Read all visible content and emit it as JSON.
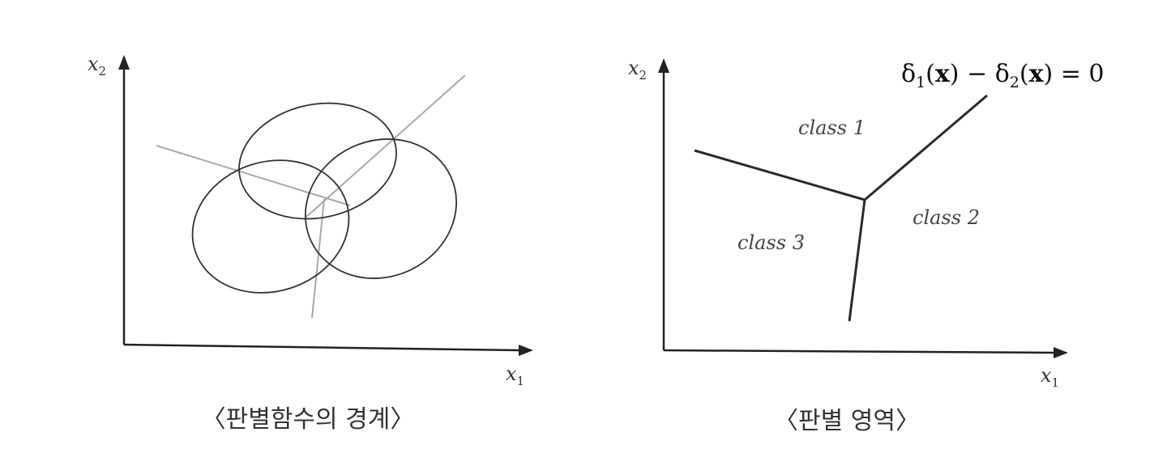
{
  "left_panel": {
    "x_axis_label": "x",
    "x_axis_sub": "1",
    "y_axis_label": "x",
    "y_axis_sub": "2",
    "caption": "〈판별함수의 경계〉"
  },
  "right_panel": {
    "x_axis_label": "x",
    "x_axis_sub": "1",
    "y_axis_label": "x",
    "y_axis_sub": "2",
    "regions": [
      "class 1",
      "class 2",
      "class 3"
    ],
    "caption": "〈판별 영역〉",
    "formula": {
      "delta": "δ",
      "sub1": "1",
      "sub2": "2",
      "x": "x",
      "open": "(",
      "close": ")",
      "minus": " − ",
      "equals": " = 0"
    }
  }
}
